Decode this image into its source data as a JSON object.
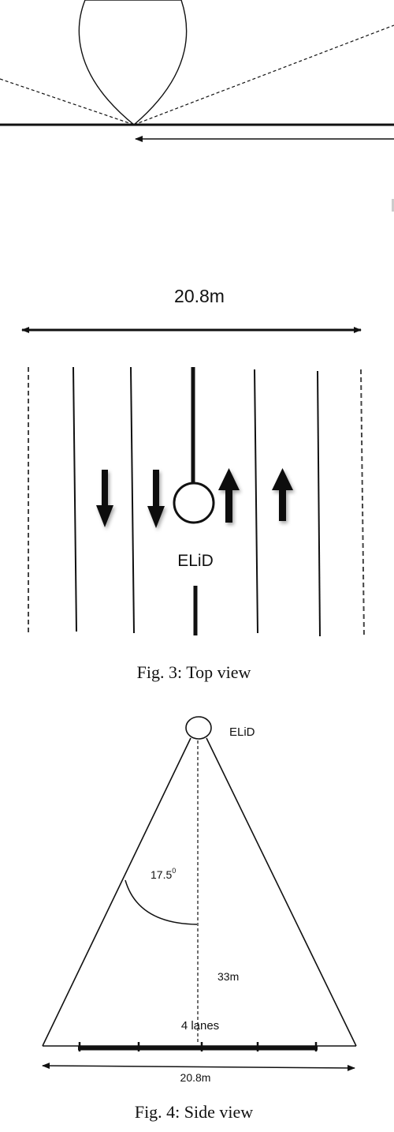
{
  "top_view": {
    "width_label": "20.8m",
    "device_label": "ELiD",
    "caption": "Fig. 3: Top view"
  },
  "side_view": {
    "device_label": "ELiD",
    "angle_label": "17.5",
    "angle_superscript": "0",
    "height_label": "33m",
    "lanes_label": "4 lanes",
    "width_label": "20.8m",
    "caption": "Fig. 4: Side view"
  },
  "colors": {
    "ink": "#111111",
    "background": "#ffffff"
  }
}
